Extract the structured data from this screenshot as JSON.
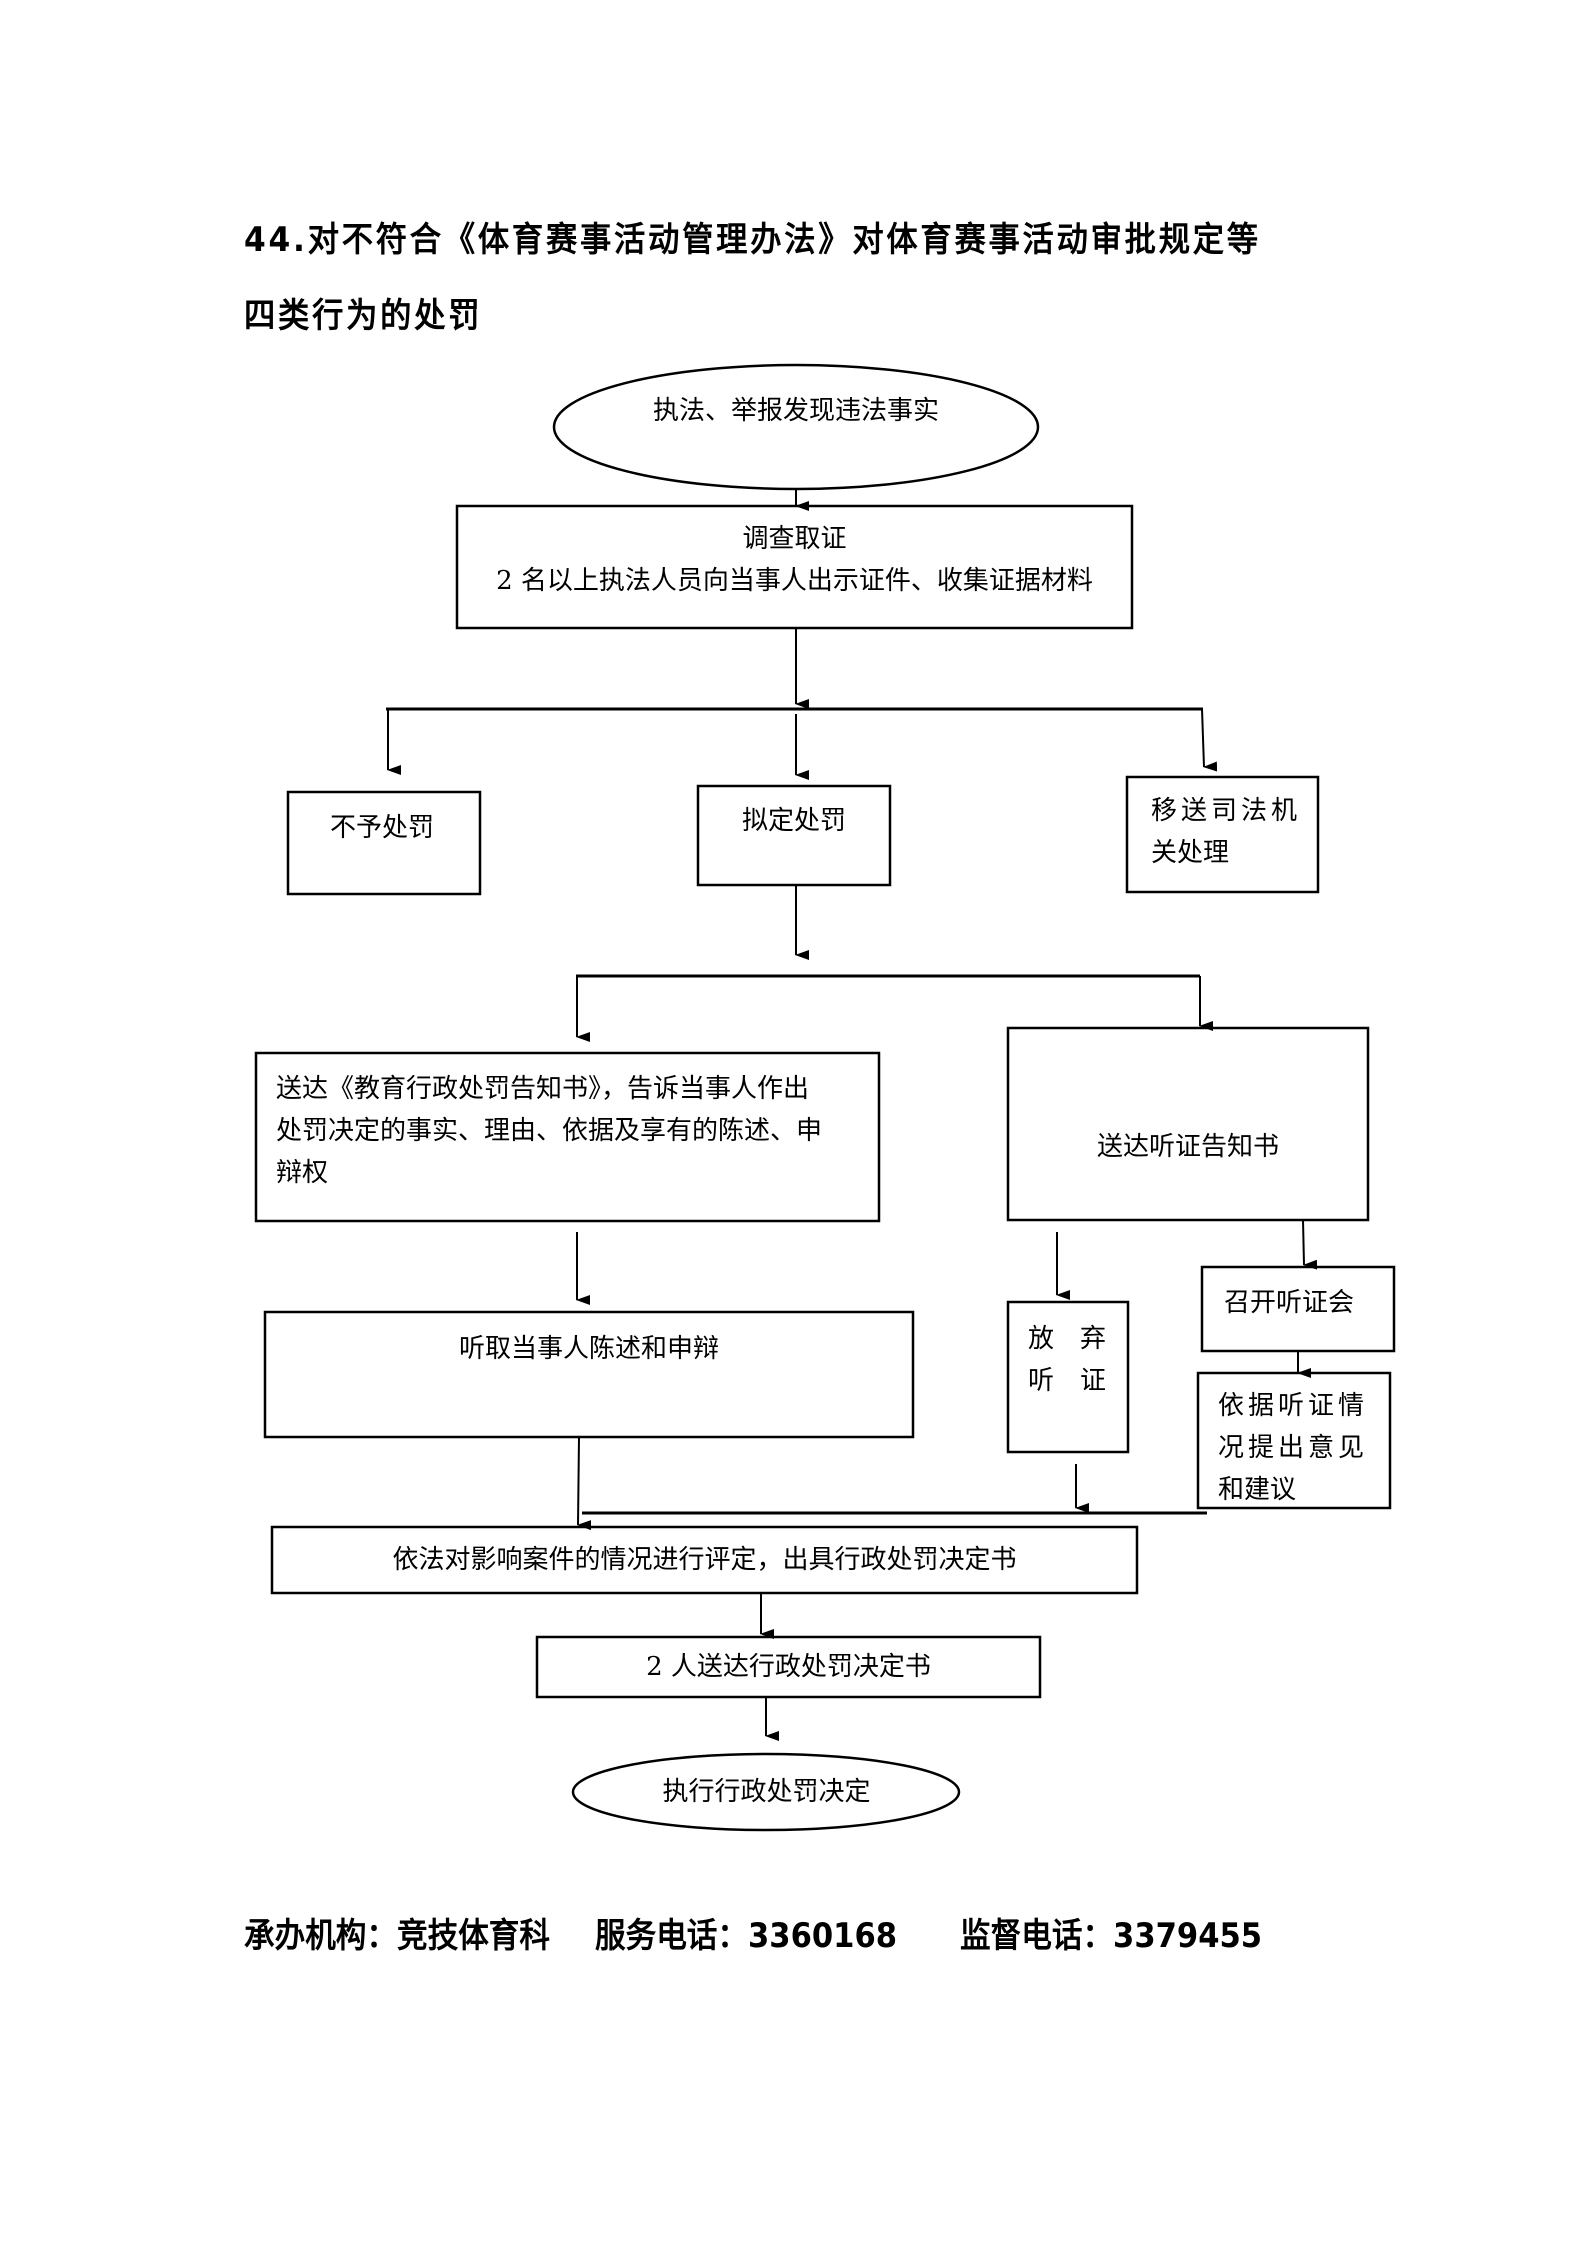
{
  "document": {
    "title_line1": "44.对不符合《体育赛事活动管理办法》对体育赛事活动审批规定等",
    "title_line2": "四类行为的处罚"
  },
  "flow": {
    "start": "执法、举报发现违法事实",
    "investigate": {
      "line1": "调查取证",
      "line2": "2 名以上执法人员向当事人出示证件、收集证据材料"
    },
    "no_penalty": "不予处罚",
    "propose_penalty": "拟定处罚",
    "transfer_judicial": {
      "line1": "移送司法机",
      "line2": "关处理"
    },
    "notice": {
      "line1": "送达《教育行政处罚告知书》，告诉当事人作出",
      "line2": "处罚决定的事实、理由、依据及享有的陈述、申",
      "line3": "辩权"
    },
    "hearing_notice": "送达听证告知书",
    "listen_statement": "听取当事人陈述和申辩",
    "waive_hearing": {
      "line1": "放　弃",
      "line2": "听　证"
    },
    "hold_hearing": "召开听证会",
    "hearing_opinion": {
      "line1": "依据听证情",
      "line2": "况提出意见",
      "line3": "和建议"
    },
    "evaluate": "依法对影响案件的情况进行评定，出具行政处罚决定书",
    "deliver_decision": "2 人送达行政处罚决定书",
    "execute": "执行行政处罚决定"
  },
  "footer": {
    "org_label": "承办机构：竞技体育科",
    "service_phone": "服务电话：3360168",
    "supervise_phone": "监督电话：3379455"
  }
}
